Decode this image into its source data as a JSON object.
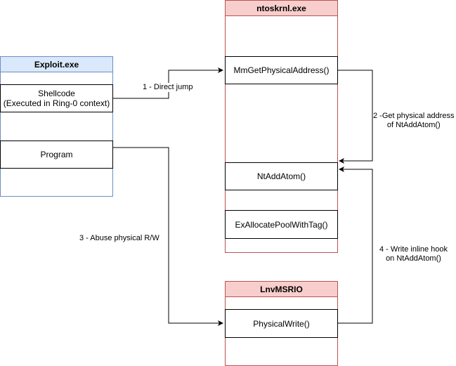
{
  "colors": {
    "exploit_header_fill": "#dae8fc",
    "exploit_border": "#6c8ebf",
    "ntoskrnl_header_fill": "#f8cecc",
    "ntoskrnl_border": "#b85450",
    "lnv_header_fill": "#f8cecc",
    "lnv_border": "#b85450",
    "edge": "#000000"
  },
  "containers": {
    "exploit": {
      "title": "Exploit.exe",
      "items": {
        "shellcode": {
          "line1": "Shellcode",
          "line2": "(Executed in Ring-0 context)"
        },
        "program": "Program"
      }
    },
    "ntoskrnl": {
      "title": "ntoskrnl.exe",
      "items": {
        "mm_get_physical_address": "MmGetPhysicalAddress()",
        "nt_add_atom": "NtAddAtom()",
        "ex_allocate_pool": "ExAllocatePoolWithTag()"
      }
    },
    "lnvmsrio": {
      "title": "LnvMSRIO",
      "items": {
        "physical_write": "PhysicalWrite()"
      }
    }
  },
  "edges": {
    "direct_jump": "1 - Direct jump",
    "get_physical_address": {
      "line1": "2 -Get physical address",
      "line2": "of NtAddAtom()"
    },
    "abuse_physical_rw": "3 - Abuse physical R/W",
    "write_inline_hook": {
      "line1": "4 - Write inline hook",
      "line2": "on NtAddAtom()"
    }
  }
}
